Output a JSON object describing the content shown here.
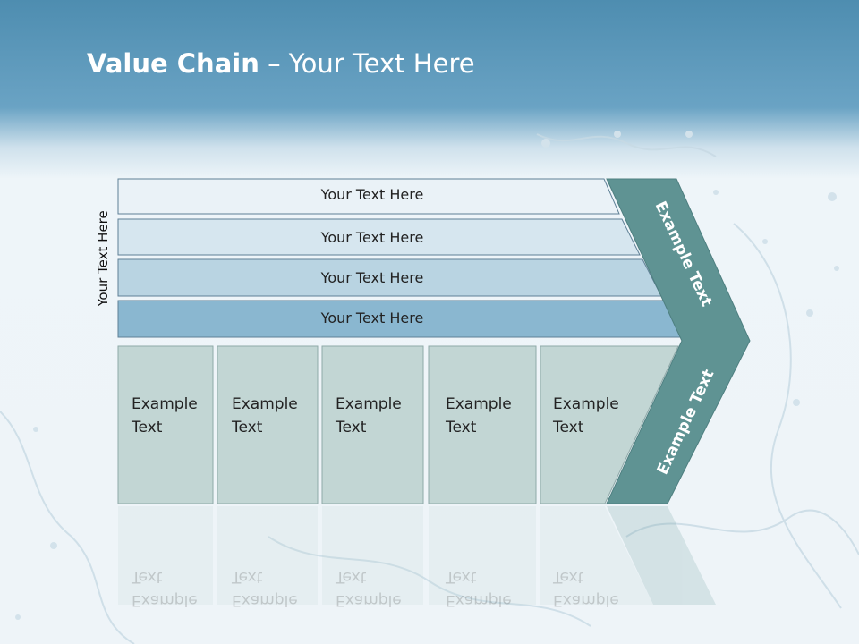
{
  "title": {
    "bold": "Value Chain",
    "rest": " – Your Text Here"
  },
  "side_label": "Your Text Here",
  "rows": [
    {
      "label": "Your Text Here",
      "fill": "#eaf2f7"
    },
    {
      "label": "Your Text Here",
      "fill": "#d6e6ef"
    },
    {
      "label": "Your Text Here",
      "fill": "#b9d4e2"
    },
    {
      "label": "Your Text Here",
      "fill": "#8ab7d0"
    }
  ],
  "boxes": [
    {
      "line1": "Example",
      "line2": "Text"
    },
    {
      "line1": "Example",
      "line2": "Text"
    },
    {
      "line1": "Example",
      "line2": "Text"
    },
    {
      "line1": "Example",
      "line2": "Text"
    },
    {
      "line1": "Example",
      "line2": "Text"
    }
  ],
  "chevron_upper": "Example Text",
  "chevron_lower": "Example Text",
  "colors": {
    "chevron": "#5f9393",
    "box_fill": "#c2d6d4",
    "box_border": "#8fa9a8",
    "row_border": "#5f8096"
  }
}
